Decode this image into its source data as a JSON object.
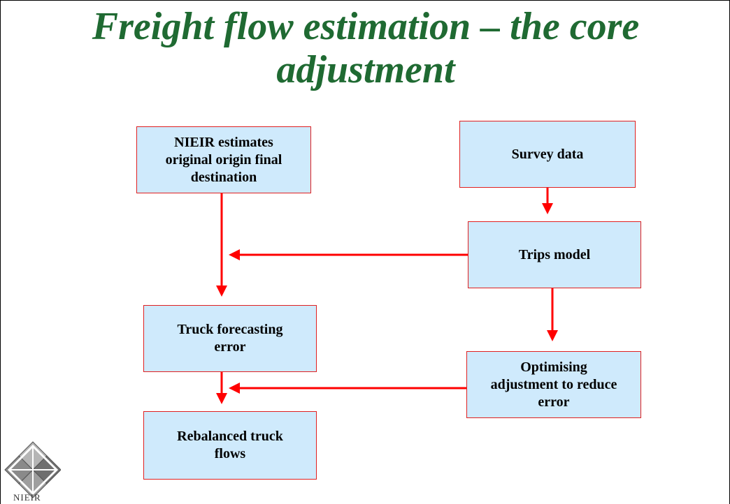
{
  "slide": {
    "title_line1": "Freight flow estimation – the core",
    "title_line2": "adjustment"
  },
  "boxes": {
    "nieir_estimates": {
      "line1": "NIEIR estimates",
      "line2": "original origin final",
      "line3": "destination"
    },
    "survey_data": "Survey data",
    "trips_model": "Trips model",
    "truck_error": {
      "line1": "Truck forecasting",
      "line2": "error"
    },
    "optimising": {
      "line1": "Optimising",
      "line2": "adjustment to reduce",
      "line3": "error"
    },
    "rebalanced": {
      "line1": "Rebalanced truck",
      "line2": "flows"
    }
  },
  "logo": {
    "text": "NIEIR"
  },
  "colors": {
    "title": "#1f6a32",
    "box_fill": "#cfeafc",
    "box_border": "#e02020",
    "arrow": "#ff0000"
  }
}
